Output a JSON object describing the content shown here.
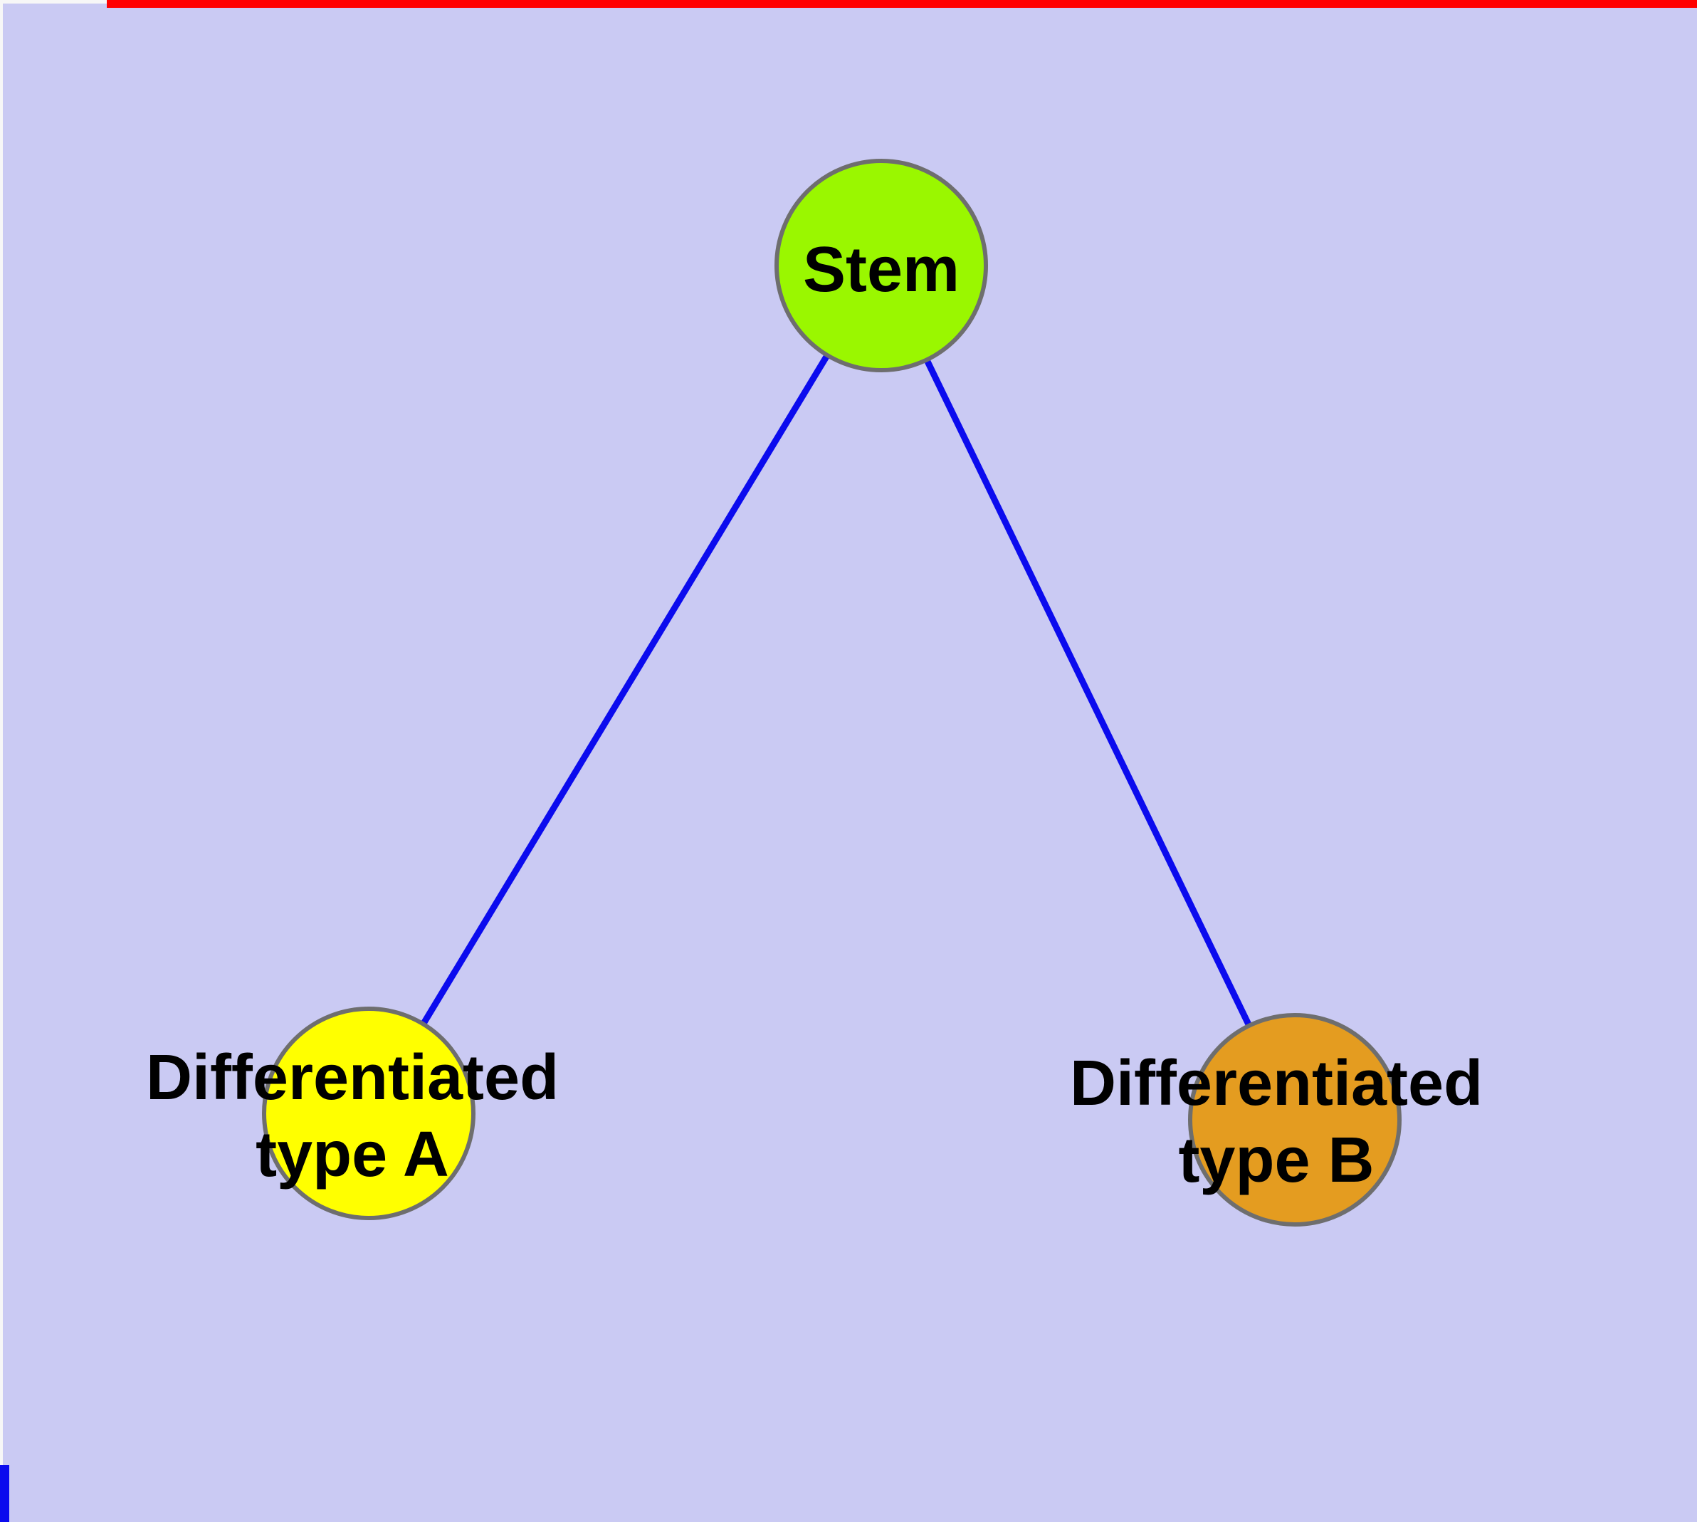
{
  "diagram": {
    "description": "Stem cell differentiation graph",
    "nodes": {
      "stem": {
        "label": "Stem"
      },
      "type_a": {
        "label": "Differentiated\ntype A"
      },
      "type_b": {
        "label": "Differentiated\ntype B"
      }
    },
    "edges": [
      {
        "from": "Stem",
        "to": "Differentiated type A"
      },
      {
        "from": "Stem",
        "to": "Differentiated type B"
      }
    ]
  },
  "colors": {
    "background": "#cacaf3",
    "frame": "#f7f7f7",
    "top_bar": "#ff0000",
    "bottom_left_bar": "#0b0bee",
    "edge": "#0b0bee",
    "node_border": "#6e6e6e",
    "stem_fill": "#9af700",
    "type_a_fill": "#ffff00",
    "type_b_fill": "#e49c20",
    "label_text": "#000000"
  }
}
